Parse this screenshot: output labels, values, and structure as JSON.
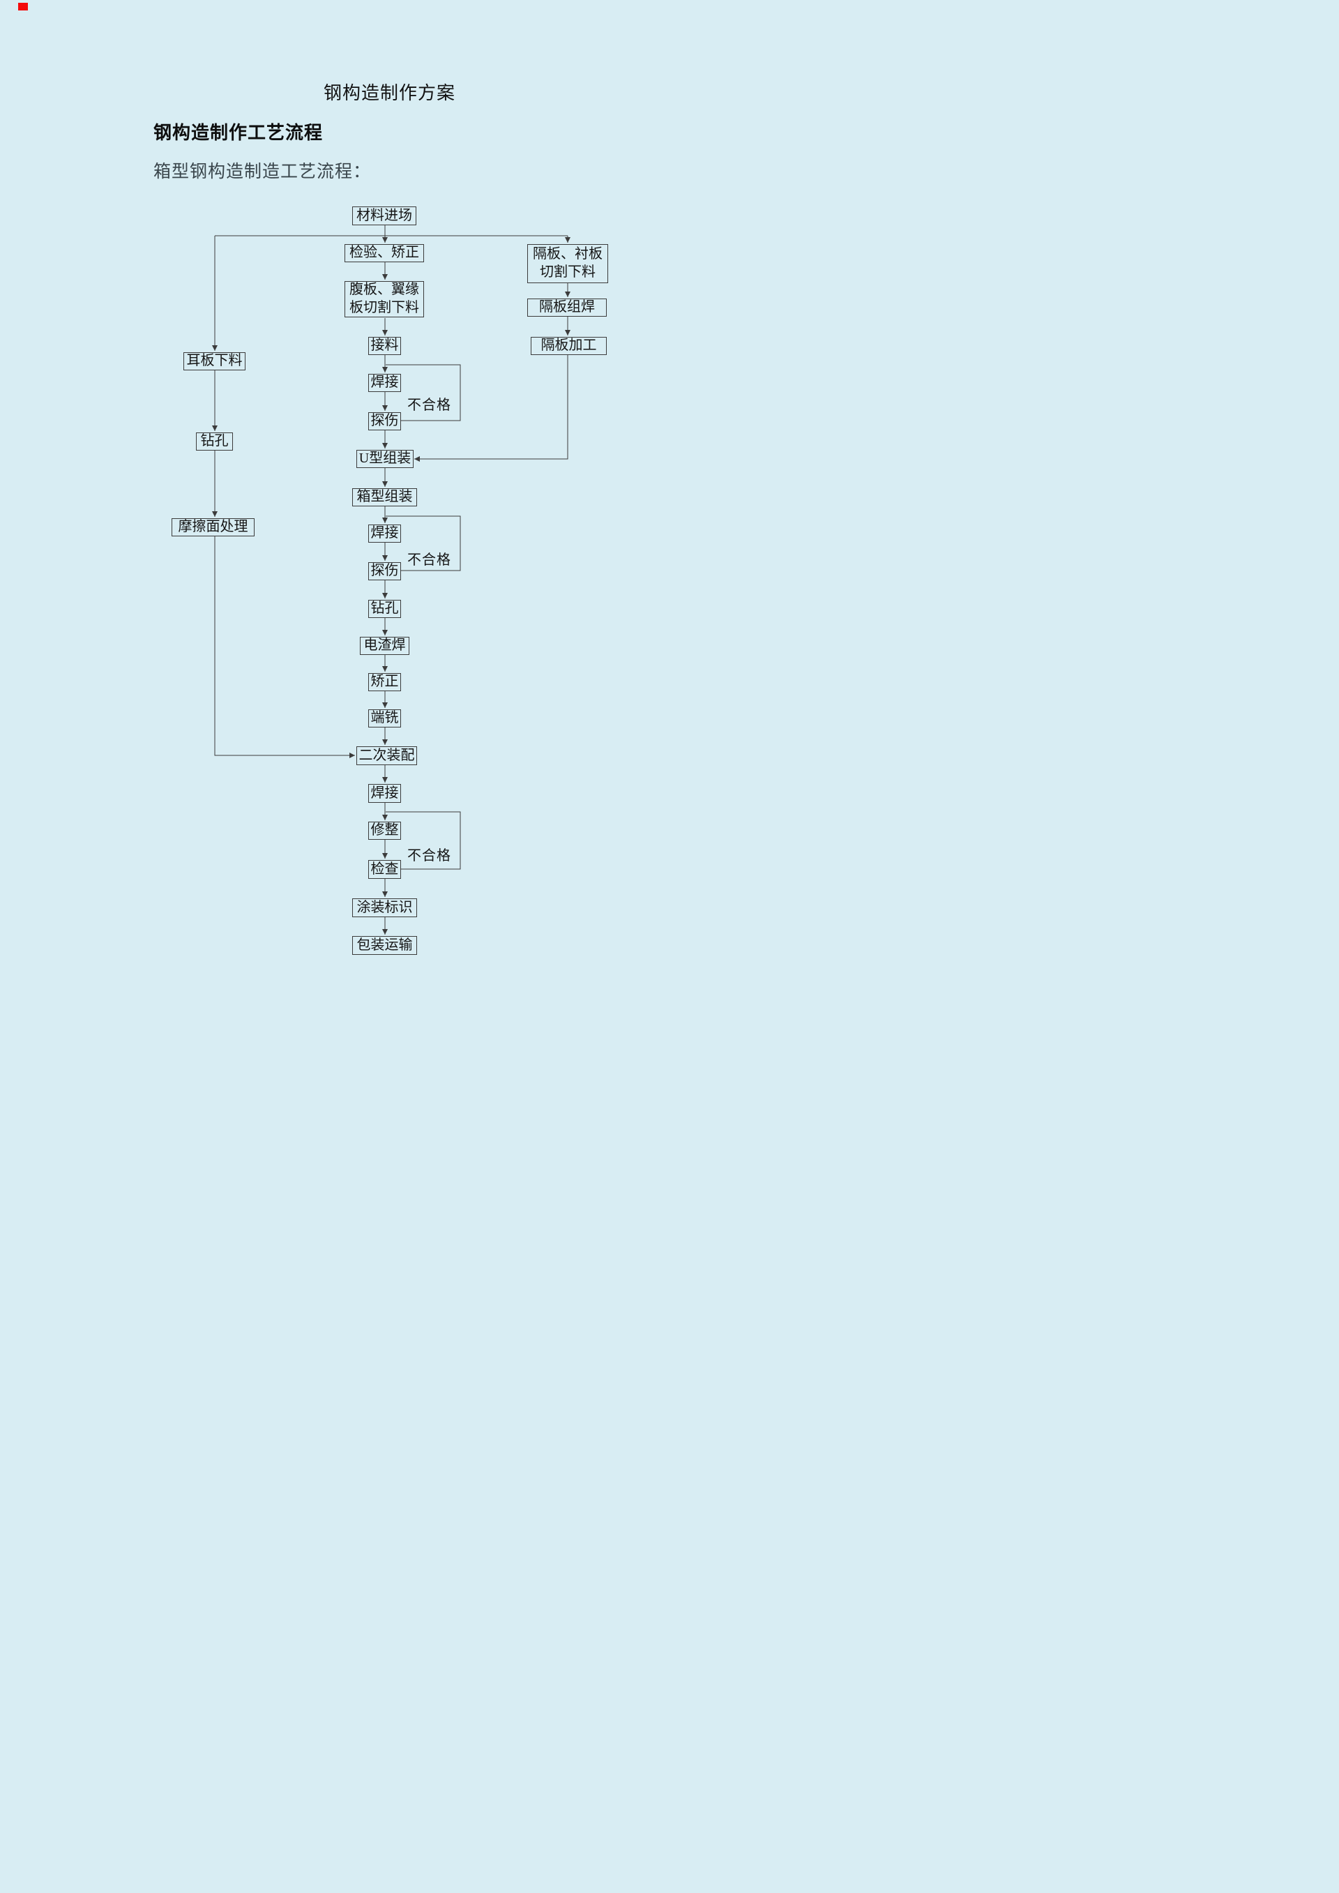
{
  "page": {
    "title": "钢构造制作方案",
    "heading": "钢构造制作工艺流程",
    "subheading": "箱型钢构造制造工艺流程："
  },
  "flowchart": {
    "fail_label": "不合格",
    "nodes": [
      {
        "id": "material-entry",
        "label": "材料进场"
      },
      {
        "id": "inspect-correct",
        "label": "检验、矫正"
      },
      {
        "id": "web-flange-cut",
        "label": "腹板、翼缘板切割下料"
      },
      {
        "id": "splice",
        "label": "接料"
      },
      {
        "id": "weld-1",
        "label": "焊接"
      },
      {
        "id": "flaw-detect-1",
        "label": "探伤"
      },
      {
        "id": "u-assembly",
        "label": "U型组装"
      },
      {
        "id": "box-assembly",
        "label": "箱型组装"
      },
      {
        "id": "weld-2",
        "label": "焊接"
      },
      {
        "id": "flaw-detect-2",
        "label": "探伤"
      },
      {
        "id": "drill-2",
        "label": "钻孔"
      },
      {
        "id": "electroslag-weld",
        "label": "电渣焊"
      },
      {
        "id": "straighten",
        "label": "矫正"
      },
      {
        "id": "end-mill",
        "label": "端铣"
      },
      {
        "id": "secondary-assembly",
        "label": "二次装配"
      },
      {
        "id": "weld-3",
        "label": "焊接"
      },
      {
        "id": "trim",
        "label": "修整"
      },
      {
        "id": "inspect",
        "label": "检查"
      },
      {
        "id": "paint-mark",
        "label": "涂装标识"
      },
      {
        "id": "pack-transport",
        "label": "包装运输"
      },
      {
        "id": "ear-plate-cut",
        "label": "耳板下料"
      },
      {
        "id": "drill-1",
        "label": "钻孔"
      },
      {
        "id": "friction-surface",
        "label": "摩擦面处理"
      },
      {
        "id": "partition-liner-cut",
        "label": "隔板、衬板切割下料"
      },
      {
        "id": "partition-weld",
        "label": "隔板组焊"
      },
      {
        "id": "partition-process",
        "label": "隔板加工"
      }
    ]
  },
  "colors": {
    "page_background": "#d8edf3",
    "line": "#3b3b3b",
    "box_border": "#3b3b3b",
    "artifact_red": "#f40b0b"
  }
}
